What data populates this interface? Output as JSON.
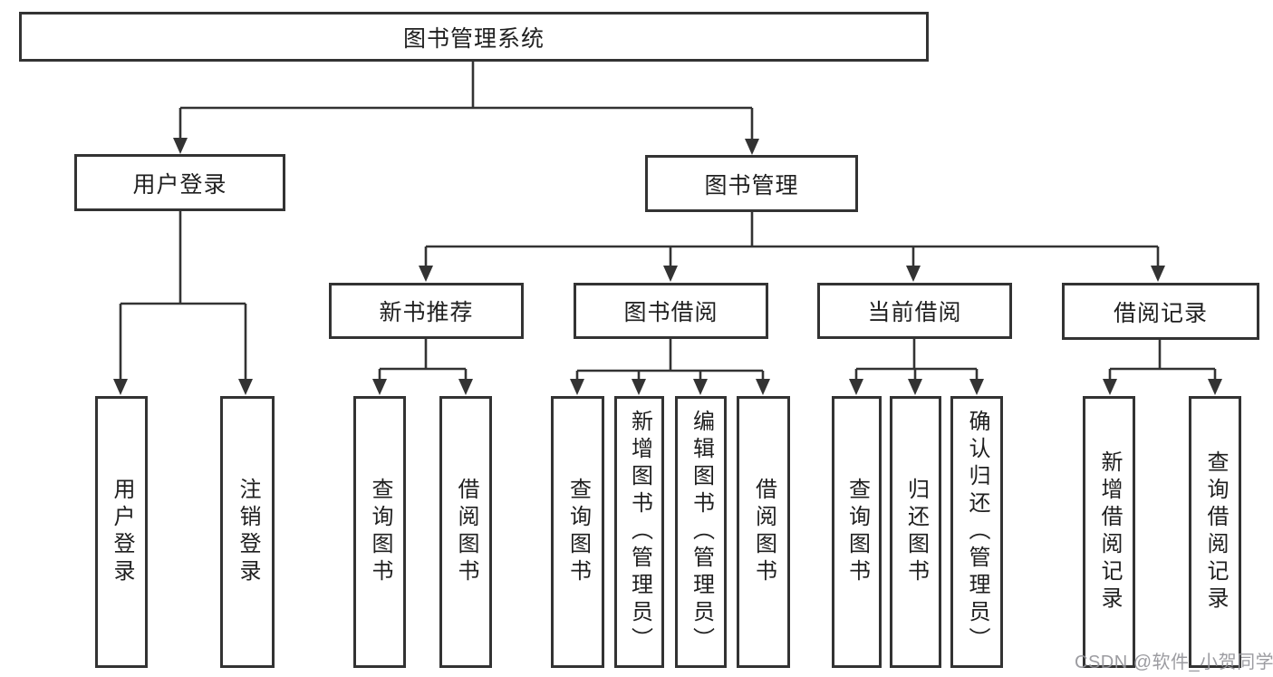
{
  "diagram": {
    "root": {
      "label": "图书管理系统"
    },
    "login": {
      "label": "用户登录",
      "children": [
        "用户登录",
        "注销登录"
      ]
    },
    "management": {
      "label": "图书管理",
      "groups": [
        {
          "label": "新书推荐",
          "children": [
            "查询图书",
            "借阅图书"
          ]
        },
        {
          "label": "图书借阅",
          "children": [
            "查询图书",
            "新增图书（管理员）",
            "编辑图书（管理员）",
            "借阅图书"
          ]
        },
        {
          "label": "当前借阅",
          "children": [
            "查询图书",
            "归还图书",
            "确认归还（管理员）"
          ]
        },
        {
          "label": "借阅记录",
          "children": [
            "新增借阅记录",
            "查询借阅记录"
          ]
        }
      ]
    }
  },
  "watermark": {
    "text": "CSDN @软件_小贺同学"
  },
  "colors": {
    "line": "#333333",
    "text": "#1f1f1f",
    "background": "#ffffff",
    "watermark": "#949499"
  }
}
